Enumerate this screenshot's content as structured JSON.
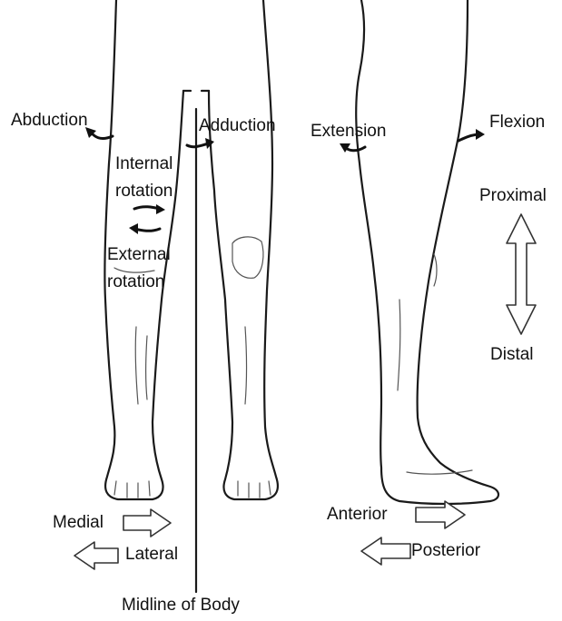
{
  "labels": {
    "abduction": "Abduction",
    "adduction": "Adduction",
    "internal_rotation_1": "Internal",
    "internal_rotation_2": "rotation",
    "external_rotation_1": "External",
    "external_rotation_2": "rotation",
    "extension": "Extension",
    "flexion": "Flexion",
    "proximal": "Proximal",
    "distal": "Distal",
    "medial": "Medial",
    "lateral": "Lateral",
    "anterior": "Anterior",
    "posterior": "Posterior",
    "midline": "Midline of Body"
  },
  "colors": {
    "outline": "#1a1a1a",
    "text": "#111111",
    "background": "#ffffff"
  }
}
